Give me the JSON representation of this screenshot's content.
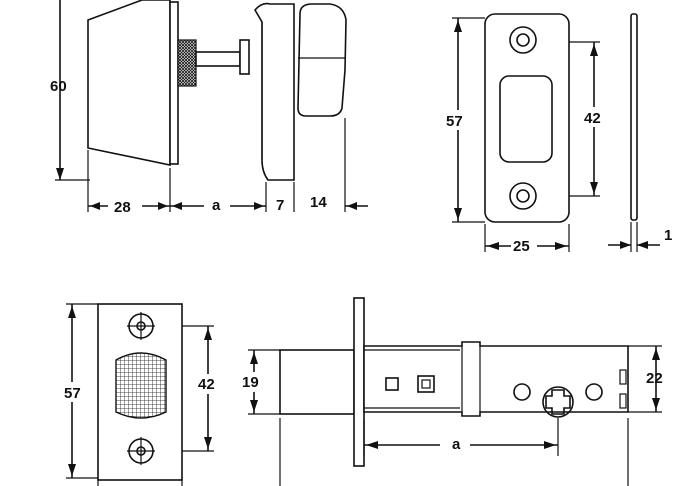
{
  "title": "",
  "dimensions": {
    "knob_height": "60",
    "rose_depth": "28",
    "door_thickness": "a",
    "rose_plate": "7",
    "knob_projection": "14",
    "strike_height": "57",
    "strike_hole_spacing": "42",
    "strike_width": "25",
    "strike_thickness": "1",
    "faceplate_height": "57",
    "faceplate_hole_spacing": "42",
    "bolt_height": "19",
    "backset": "a",
    "latch_case_height": "22"
  }
}
